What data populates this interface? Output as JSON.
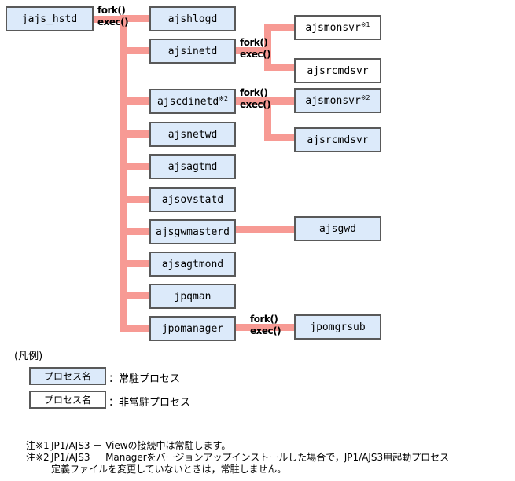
{
  "diagram": {
    "root": {
      "label": "jajs_hstd",
      "resident": true
    },
    "fork_exec_labels": [
      {
        "line1": "fork()",
        "line2": "exec()"
      },
      {
        "line1": "fork()",
        "line2": "exec()"
      },
      {
        "line1": "fork()",
        "line2": "exec()"
      },
      {
        "line1": "fork()",
        "line2": "exec()"
      }
    ],
    "children": [
      {
        "label": "ajshlogd",
        "resident": true,
        "note": ""
      },
      {
        "label": "ajsinetd",
        "resident": true,
        "note": ""
      },
      {
        "label": "ajscdinetd",
        "resident": true,
        "note": "※2"
      },
      {
        "label": "ajsnetwd",
        "resident": true,
        "note": ""
      },
      {
        "label": "ajsagtmd",
        "resident": true,
        "note": ""
      },
      {
        "label": "ajsovstatd",
        "resident": true,
        "note": ""
      },
      {
        "label": "ajsgwmasterd",
        "resident": true,
        "note": ""
      },
      {
        "label": "ajsagtmond",
        "resident": true,
        "note": ""
      },
      {
        "label": "jpqman",
        "resident": true,
        "note": ""
      },
      {
        "label": "jpomanager",
        "resident": true,
        "note": ""
      }
    ],
    "grandchildren": [
      {
        "label": "ajsmonsvr",
        "resident": false,
        "note": "※1",
        "parent": "ajsinetd"
      },
      {
        "label": "ajsrcmdsvr",
        "resident": false,
        "note": "",
        "parent": "ajsinetd"
      },
      {
        "label": "ajsmonsvr",
        "resident": true,
        "note": "※2",
        "parent": "ajscdinetd"
      },
      {
        "label": "ajsrcmdsvr",
        "resident": true,
        "note": "",
        "parent": "ajscdinetd"
      },
      {
        "label": "ajsgwd",
        "resident": true,
        "note": "",
        "parent": "ajsgwmasterd"
      },
      {
        "label": "jpomgrsub",
        "resident": true,
        "note": "",
        "parent": "jpomanager"
      }
    ]
  },
  "legend": {
    "title": "(凡例)",
    "items": [
      {
        "box_label": "プロセス名",
        "description": "：常駐プロセス",
        "resident": true
      },
      {
        "box_label": "プロセス名",
        "description": "：非常駐プロセス",
        "resident": false
      }
    ]
  },
  "footnotes": [
    {
      "marker": "注※1",
      "lines": [
        "JP1/AJS3 － Viewの接続中は常駐します。"
      ]
    },
    {
      "marker": "注※2",
      "lines": [
        "JP1/AJS3 － Managerをバージョンアップインストールした場合で，JP1/AJS3用起動プロセス",
        "定義ファイルを変更していないときは，常駐しません。"
      ]
    }
  ],
  "colors": {
    "box_fill_resident": "#dceafa",
    "box_fill_nonresident": "#ffffff",
    "box_border": "#595959",
    "connector": "#f79a94"
  }
}
